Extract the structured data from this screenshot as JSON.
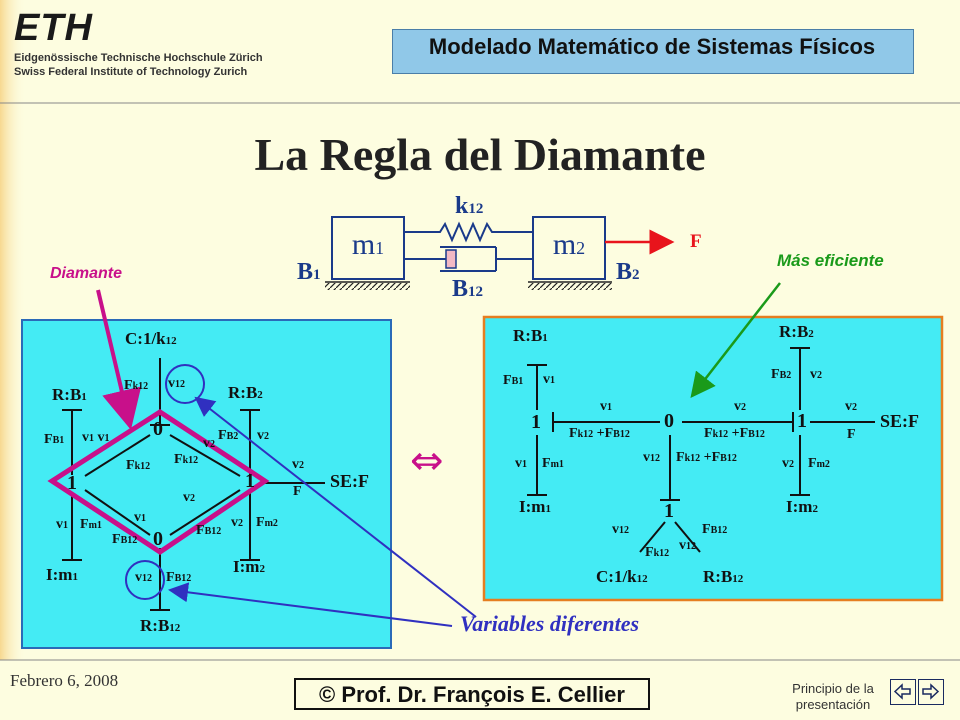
{
  "header": {
    "logo": "ETH",
    "institution_line1": "Eidgenössische Technische Hochschule Zürich",
    "institution_line2": "Swiss Federal Institute of Technology Zurich",
    "course_title": "Modelado Matemático de Sistemas Físicos"
  },
  "slide": {
    "title": "La Regla del Diamante",
    "label_diamante": "Diamante",
    "label_mas_eficiente": "Más eficiente",
    "label_variables": "Variables diferentes",
    "equivalence_symbol": "⇔"
  },
  "mechanical": {
    "m1": "m1",
    "m2": "m2",
    "k12": "k12",
    "B1": "B1",
    "B2": "B2",
    "B12": "B12",
    "F": "F"
  },
  "left_bond_graph": {
    "c_elem": "C:1/k12",
    "r_b1": "R:B1",
    "r_b2": "R:B2",
    "se": "SE:F",
    "i_m1": "I:m1",
    "i_m2": "I:m2",
    "r_b12": "R:B12",
    "junction_top": "0",
    "junction_left": "1",
    "junction_right": "1",
    "junction_bottom": "0"
  },
  "right_bond_graph": {
    "r_b1": "R:B1",
    "r_b2": "R:B2",
    "se": "SE:F",
    "i_m1": "I:m1",
    "i_m2": "I:m2",
    "c_elem": "C:1/k12",
    "r_b12": "R:B12",
    "junction_left": "1",
    "junction_center": "0",
    "junction_right": "1",
    "junction_bottom": "1",
    "sum_label_left": "Fk12 +FB12",
    "sum_label_right": "Fk12 +FB12",
    "sum_label_bottom": "Fk12 +FB12"
  },
  "footer": {
    "date": "Febrero 6, 2008",
    "author": "© Prof. Dr. François E. Cellier",
    "home_link": "Principio de la presentación"
  }
}
